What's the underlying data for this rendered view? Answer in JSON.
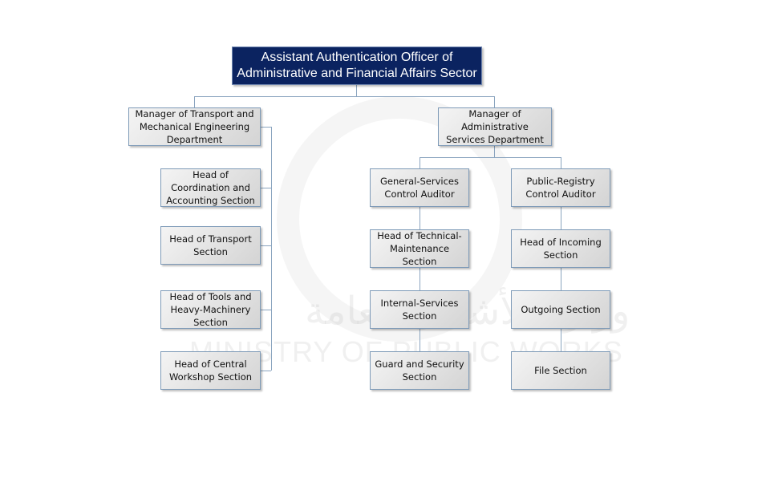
{
  "watermark": {
    "english": "MINISTRY OF PUBLIC WORKS",
    "arabic": "وزارة الأشغال العامة"
  },
  "root": "Assistant Authentication Officer of Administrative and Financial Affairs Sector",
  "left": {
    "manager": "Manager of Transport and Mechanical Engineering Department",
    "children": [
      "Head of Coordination and Accounting Section",
      "Head of Transport Section",
      "Head of Tools and Heavy-Machinery Section",
      "Head of Central Workshop Section"
    ]
  },
  "right": {
    "manager": "Manager of Administrative Services Department",
    "general": {
      "head": "General-Services Control Auditor",
      "children": [
        "Head of Technical-Maintenance Section",
        "Internal-Services Section",
        "Guard and Security Section"
      ]
    },
    "registry": {
      "head": "Public-Registry Control Auditor",
      "children": [
        "Head of Incoming Section",
        "Outgoing Section",
        "File Section"
      ]
    }
  }
}
